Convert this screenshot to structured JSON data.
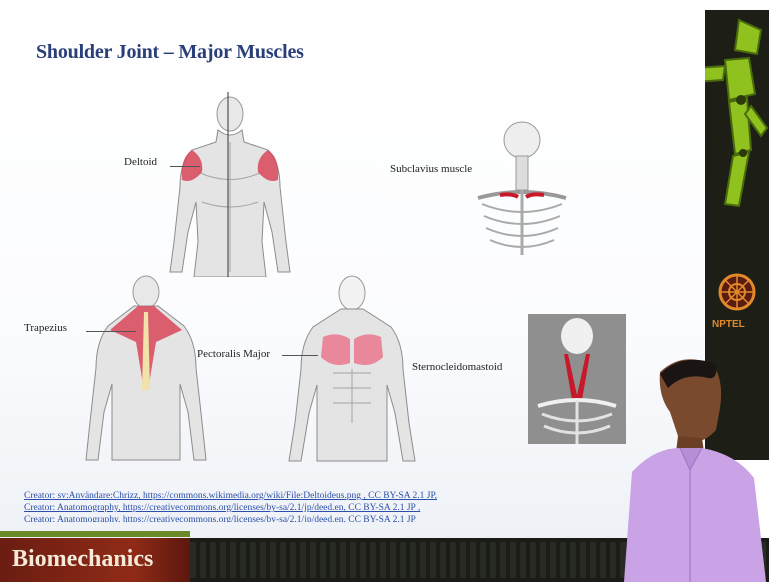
{
  "slide": {
    "title": "Shoulder Joint – Major  Muscles",
    "labels": {
      "deltoid": "Deltoid",
      "subclavius": "Subclavius muscle",
      "trapezius": "Trapezius",
      "pectoralis": "Pectoralis Major",
      "sternocleidomastoid": "Sternocleidomastoid"
    },
    "credits": [
      "Creator: sv:Användare:Chrizz, https://commons.wikimedia.org/wiki/File:Deltoideus.png , CC BY-SA 2.1 JP,",
      "Creator: Anatomography, https://creativecommons.org/licenses/by-sa/2.1/jp/deed.en, CC BY-SA 2.1 JP ,",
      "Creator: Anatomography, https://creativecommons.org/licenses/by-sa/2.1/jp/deed.en, CC BY-SA 2.1 JP"
    ]
  },
  "branding": {
    "course": "Biomechanics",
    "logo": "NPTEL"
  },
  "colors": {
    "title": "#2a3f7a",
    "muscle_highlight": "#d9475a",
    "link": "#2b4fa8",
    "brand_bar": "#8f2b17",
    "robot_green": "#8fc21e"
  }
}
